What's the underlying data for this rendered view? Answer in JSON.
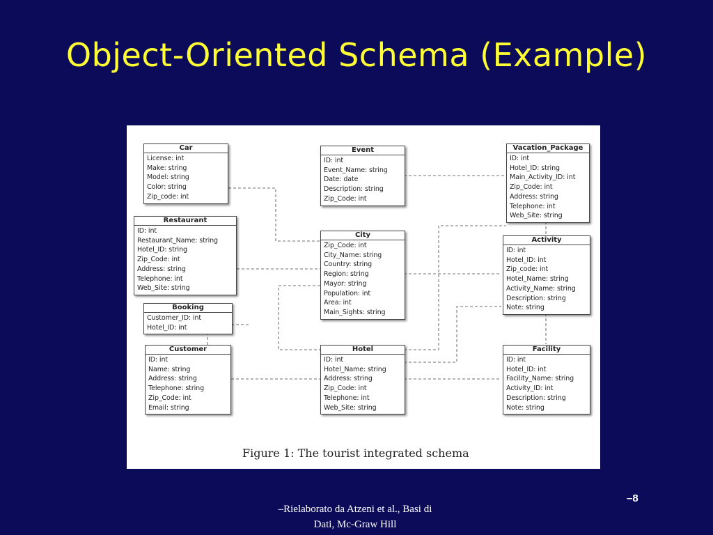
{
  "slide": {
    "title": "Object-Oriented Schema (Example)",
    "footer_line1": "–Rielaborato da Atzeni et al., Basi di",
    "footer_line2": "Dati, Mc-Graw Hill",
    "page_number": "–8"
  },
  "figure": {
    "caption": "Figure 1:  The tourist integrated schema",
    "entities": {
      "car": {
        "name": "Car",
        "attributes": [
          "License: int",
          "Make: string",
          "Model: string",
          "Color: string",
          "Zip_code: int"
        ]
      },
      "restaurant": {
        "name": "Restaurant",
        "attributes": [
          "ID: int",
          "Restaurant_Name: string",
          "Hotel_ID: string",
          "Zip_Code: int",
          "Address: string",
          "Telephone: int",
          "Web_Site: string"
        ]
      },
      "booking": {
        "name": "Booking",
        "attributes": [
          "Customer_ID: int",
          "Hotel_ID: int"
        ]
      },
      "customer": {
        "name": "Customer",
        "attributes": [
          "ID: int",
          "Name: string",
          "Address: string",
          "Telephone: string",
          "Zip_Code: int",
          "Email: string"
        ]
      },
      "event": {
        "name": "Event",
        "attributes": [
          "ID: int",
          "Event_Name: string",
          "Date: date",
          "Description: string",
          "Zip_Code: int"
        ]
      },
      "city": {
        "name": "City",
        "attributes": [
          "Zip_Code: int",
          "City_Name: string",
          "Country: string",
          "Region: string",
          "Mayor: string",
          "Population: int",
          "Area: int",
          "Main_Sights: string"
        ]
      },
      "hotel": {
        "name": "Hotel",
        "attributes": [
          "ID: int",
          "Hotel_Name: string",
          "Address: string",
          "Zip_Code: int",
          "Telephone: int",
          "Web_Site: string"
        ]
      },
      "vacation_package": {
        "name": "Vacation_Package",
        "attributes": [
          "ID: int",
          "Hotel_ID: string",
          "Main_Activity_ID: int",
          "Zip_Code: int",
          "Address: string",
          "Telephone: int",
          "Web_Site: string"
        ]
      },
      "activity": {
        "name": "Activity",
        "attributes": [
          "ID: int",
          "Hotel_ID: int",
          "Zip_code: int",
          "Hotel_Name: string",
          "Activity_Name: string",
          "Description: string",
          "Note: string"
        ]
      },
      "facility": {
        "name": "Facility",
        "attributes": [
          "ID: int",
          "Hotel_ID: int",
          "Facility_Name: string",
          "Activity_ID: int",
          "Description: string",
          "Note: string"
        ]
      }
    }
  }
}
